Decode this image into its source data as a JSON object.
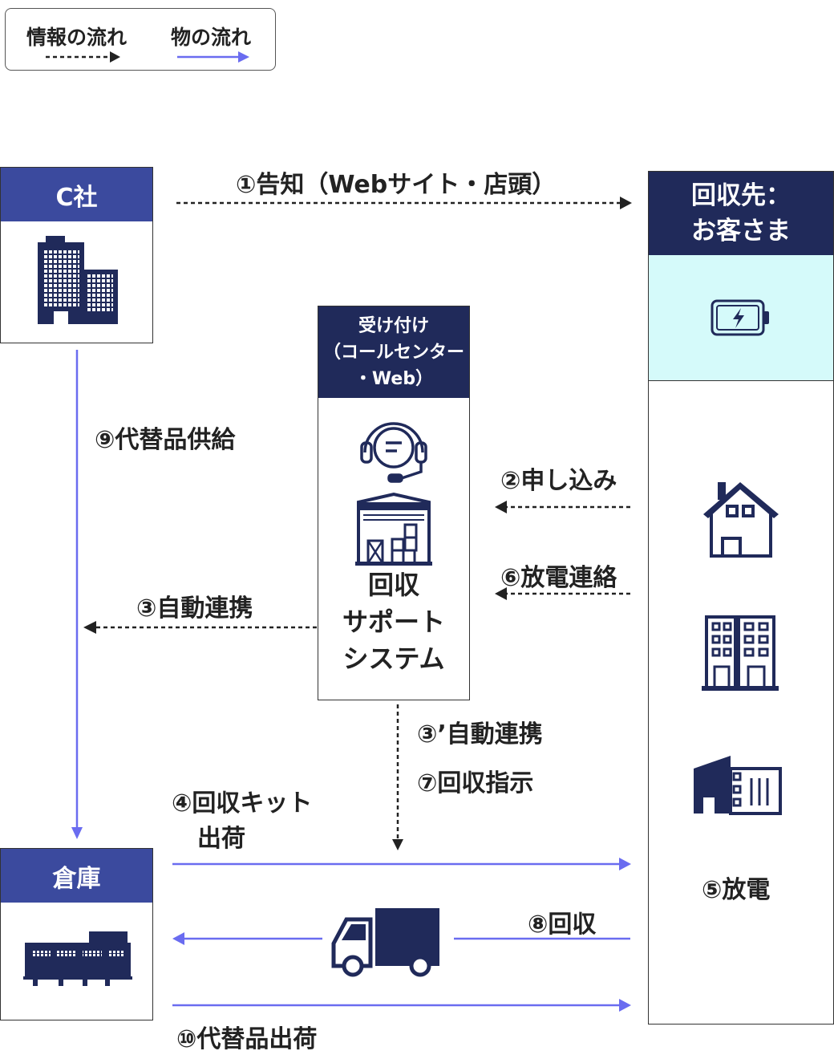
{
  "colors": {
    "navy": "#202a5a",
    "blue": "#3b4a9e",
    "flow": "#6a6cf0",
    "cyan": "#d5fafa",
    "text": "#222222"
  },
  "legend": {
    "info_label": "情報の流れ",
    "goods_label": "物の流れ"
  },
  "nodes": {
    "c_company": {
      "title": "C社",
      "icon": "office-buildings-icon"
    },
    "warehouse": {
      "title": "倉庫",
      "icon": "warehouse-icon"
    },
    "reception": {
      "title_line1": "受け付け",
      "title_line2": "（コールセンター",
      "title_line3": "・Web）",
      "icons": [
        "call-center-headset-icon",
        "storage-warehouse-icon"
      ],
      "system_line1": "回収",
      "system_line2": "サポート",
      "system_line3": "システム"
    },
    "customer": {
      "title_line1": "回収先：",
      "title_line2": "お客さま",
      "battery_icon": "battery-charging-icon",
      "location_icons": [
        "house-icon",
        "apartment-building-icon",
        "factory-building-icon"
      ],
      "discharge_label": "⑤放電"
    }
  },
  "flows": {
    "f1": "①告知（Webサイト・店頭）",
    "f2": "②申し込み",
    "f3": "③自動連携",
    "f3b": "③’自動連携",
    "f4_line1": "④回収キット",
    "f4_line2": "出荷",
    "f6": "⑥放電連絡",
    "f7": "⑦回収指示",
    "f8": "⑧回収",
    "f9": "⑨代替品供給",
    "f10": "⑩代替品出荷"
  },
  "truck_icon": "delivery-truck-icon"
}
